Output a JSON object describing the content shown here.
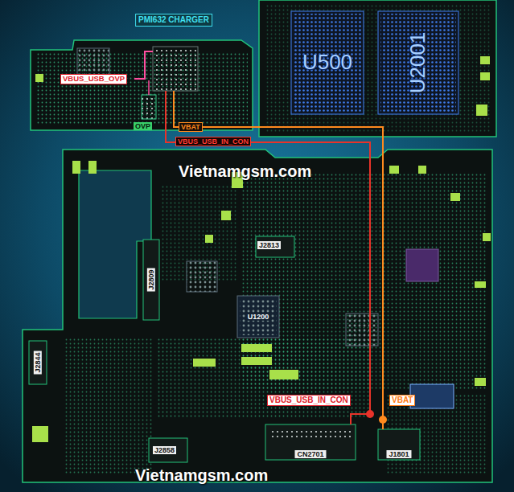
{
  "diagram": {
    "nodes": [
      {
        "text": [
          "PMI632 CHARGER"
        ]
      },
      {
        "text": [
          "U500"
        ]
      },
      {
        "text": [
          "U2001"
        ]
      },
      {
        "text": [
          "U1200"
        ]
      },
      {
        "text": [
          "CN2701"
        ]
      },
      {
        "text": [
          "J1801"
        ]
      }
    ],
    "edges": [
      {
        "from": 0,
        "to": 5,
        "arrow": "none"
      },
      {
        "from": 0,
        "to": 4,
        "arrow": "none"
      }
    ],
    "labels": [
      "VBUS_USB_OVP",
      "OVP",
      "VBAT",
      "VBUS_USB_IN_CON",
      "Vietnamgsm.com",
      "J2813",
      "J2809",
      "J2844",
      "J2858",
      "VBUS_USB_IN_CON",
      "VBAT",
      "Vietnamgsm.com"
    ]
  }
}
